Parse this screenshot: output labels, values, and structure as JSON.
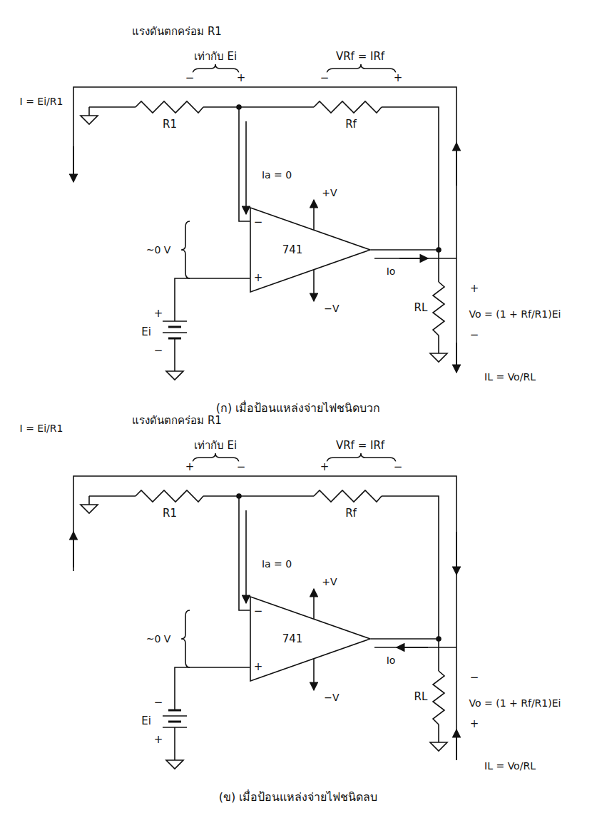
{
  "diagram": {
    "nodes": [
      {
        "text": [
          "741"
        ]
      },
      {
        "text": [
          "741"
        ]
      }
    ],
    "labels": [
      "แรงดันตกคร่อม R1",
      "เท่ากับ Ei",
      "−",
      "+",
      "VRf = IRf",
      "−",
      "+",
      "I = Ei/R1",
      "R1",
      "Rf",
      "Ia = 0",
      "+V",
      "−V",
      "~0 V",
      "−",
      "+",
      "+",
      "Ei",
      "−",
      "Io",
      "RL",
      "+",
      "Vo = (1 + Rf/R1)Ei",
      "−",
      "IL = Vo/RL",
      "(ก) เมื่อป้อนแหล่งจ่ายไฟชนิดบวก",
      "I = Ei/R1",
      "แรงดันตกคร่อม R1",
      "เท่ากับ Ei",
      "+",
      "−",
      "VRf = IRf",
      "+",
      "−",
      "R1",
      "Rf",
      "Ia = 0",
      "+V",
      "−V",
      "~0 V",
      "−",
      "+",
      "−",
      "Ei",
      "+",
      "Io",
      "RL",
      "−",
      "Vo = (1 + Rf/R1)Ei",
      "+",
      "IL = Vo/RL",
      "(ข) เมื่อป้อนแหล่งจ่ายไฟชนิดลบ"
    ]
  }
}
